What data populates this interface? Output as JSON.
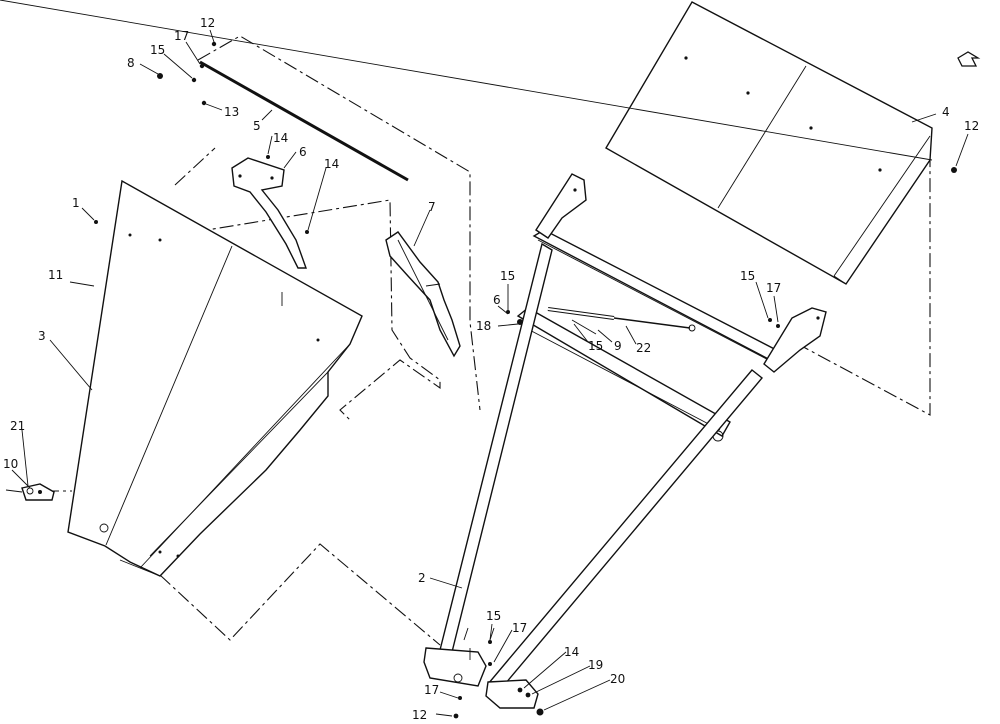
{
  "figure": {
    "kind": "exploded parts diagram",
    "icons": {
      "view_direction": "arrow-icon"
    },
    "callouts": [
      {
        "id": "c-12-top",
        "text": "12"
      },
      {
        "id": "c-17-top",
        "text": "17"
      },
      {
        "id": "c-15-top",
        "text": "15"
      },
      {
        "id": "c-8",
        "text": "8"
      },
      {
        "id": "c-13",
        "text": "13"
      },
      {
        "id": "c-5",
        "text": "5"
      },
      {
        "id": "c-14-a",
        "text": "14"
      },
      {
        "id": "c-6-bracket",
        "text": "6"
      },
      {
        "id": "c-14-b",
        "text": "14"
      },
      {
        "id": "c-1-left",
        "text": "1"
      },
      {
        "id": "c-11",
        "text": "11"
      },
      {
        "id": "c-3",
        "text": "3"
      },
      {
        "id": "c-7",
        "text": "7"
      },
      {
        "id": "c-21",
        "text": "21"
      },
      {
        "id": "c-10",
        "text": "10"
      },
      {
        "id": "c-4",
        "text": "4"
      },
      {
        "id": "c-12-right",
        "text": "12"
      },
      {
        "id": "c-15-mid",
        "text": "15"
      },
      {
        "id": "c-6-mid",
        "text": "6"
      },
      {
        "id": "c-18",
        "text": "18"
      },
      {
        "id": "c-15-rod",
        "text": "15"
      },
      {
        "id": "c-9",
        "text": "9"
      },
      {
        "id": "c-22",
        "text": "22"
      },
      {
        "id": "c-15-right",
        "text": "15"
      },
      {
        "id": "c-17-right",
        "text": "17"
      },
      {
        "id": "c-2",
        "text": "2"
      },
      {
        "id": "c-15-bottom",
        "text": "15"
      },
      {
        "id": "c-17-bottom",
        "text": "17"
      },
      {
        "id": "c-14-bottom",
        "text": "14"
      },
      {
        "id": "c-19",
        "text": "19"
      },
      {
        "id": "c-20",
        "text": "20"
      },
      {
        "id": "c-17-foot",
        "text": "17"
      },
      {
        "id": "c-12-foot",
        "text": "12"
      }
    ]
  }
}
